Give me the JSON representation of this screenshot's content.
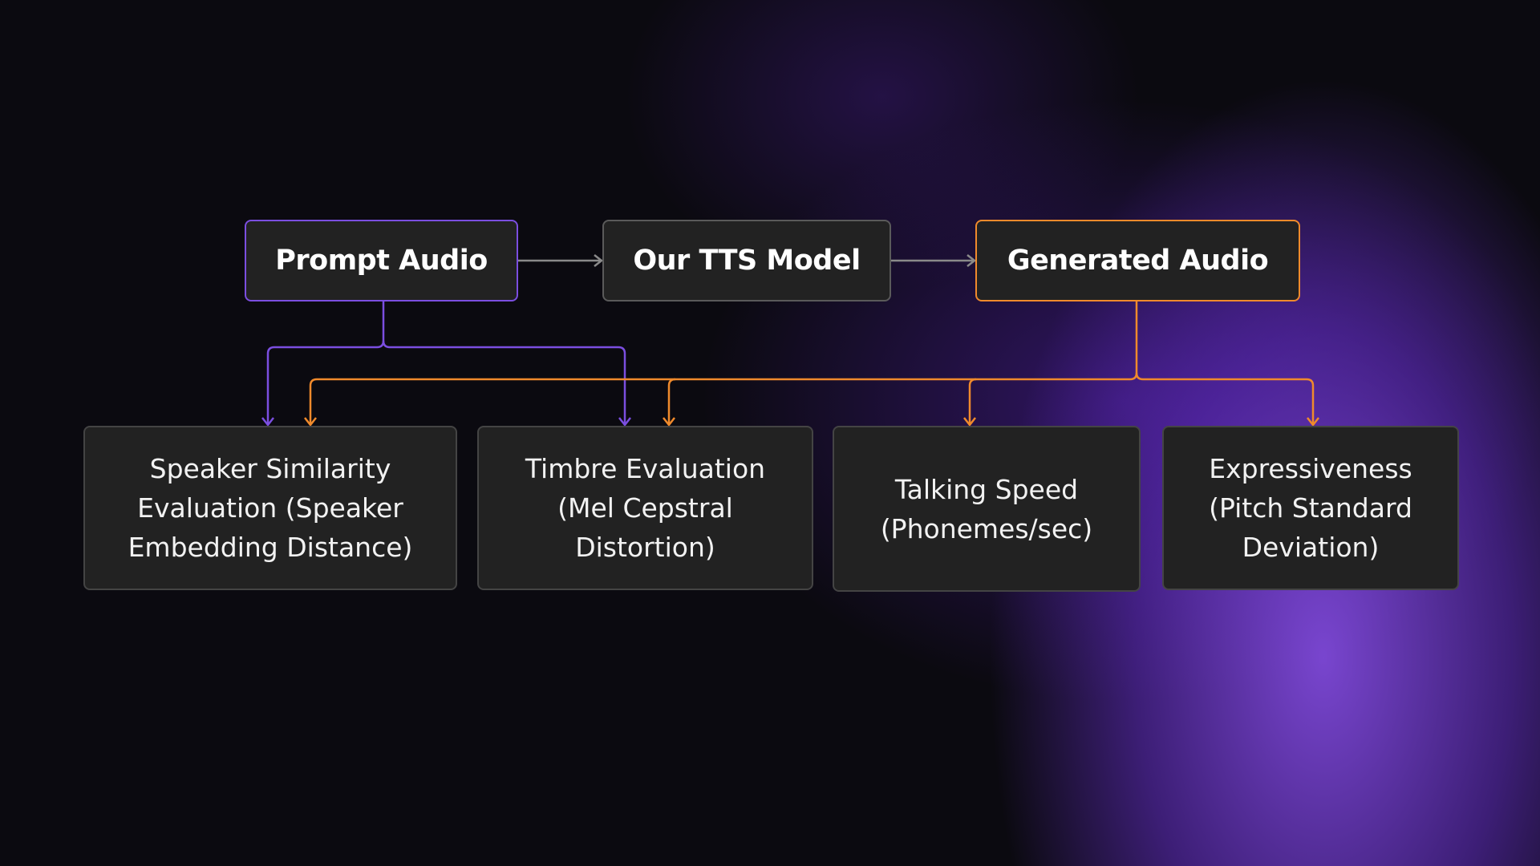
{
  "top_nodes": {
    "prompt": "Prompt Audio",
    "model": "Our TTS Model",
    "generated": "Generated Audio"
  },
  "metrics": [
    {
      "line1": "Speaker Similarity",
      "line2": "Evaluation (Speaker",
      "line3": "Embedding Distance)"
    },
    {
      "line1": "Timbre Evaluation",
      "line2": "(Mel Cepstral",
      "line3": "Distortion)"
    },
    {
      "line1": "Talking Speed",
      "line2": "(Phonemes/sec)"
    },
    {
      "line1": "Expressiveness",
      "line2": "(Pitch Standard",
      "line3": "Deviation)"
    }
  ],
  "colors": {
    "prompt": "#7b4ee0",
    "generated": "#f08a2c",
    "neutral": "#8a8a8a"
  }
}
